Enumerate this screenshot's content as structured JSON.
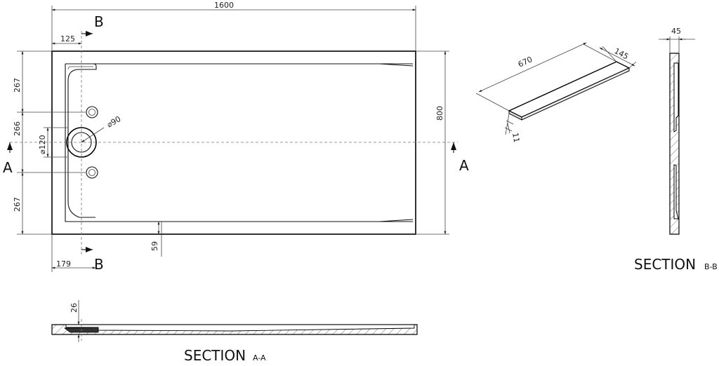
{
  "dimensions": {
    "length": "1600",
    "width": "800",
    "offset_top": "125",
    "offset_bottom": "179",
    "left_upper": "267",
    "left_middle": "266",
    "left_lower": "267",
    "drain_diameter": "⌀120",
    "drain_hole": "⌀90",
    "edge": "59",
    "panel_length": "670",
    "panel_width": "145",
    "panel_thickness": "11",
    "section_b_thickness": "45",
    "section_a_height": "26"
  },
  "labels": {
    "section_marker_a": "A",
    "section_marker_b": "B",
    "section_aa_title": "SECTION",
    "section_aa_sub": "A-A",
    "section_bb_title": "SECTION",
    "section_bb_sub": "B-B"
  }
}
